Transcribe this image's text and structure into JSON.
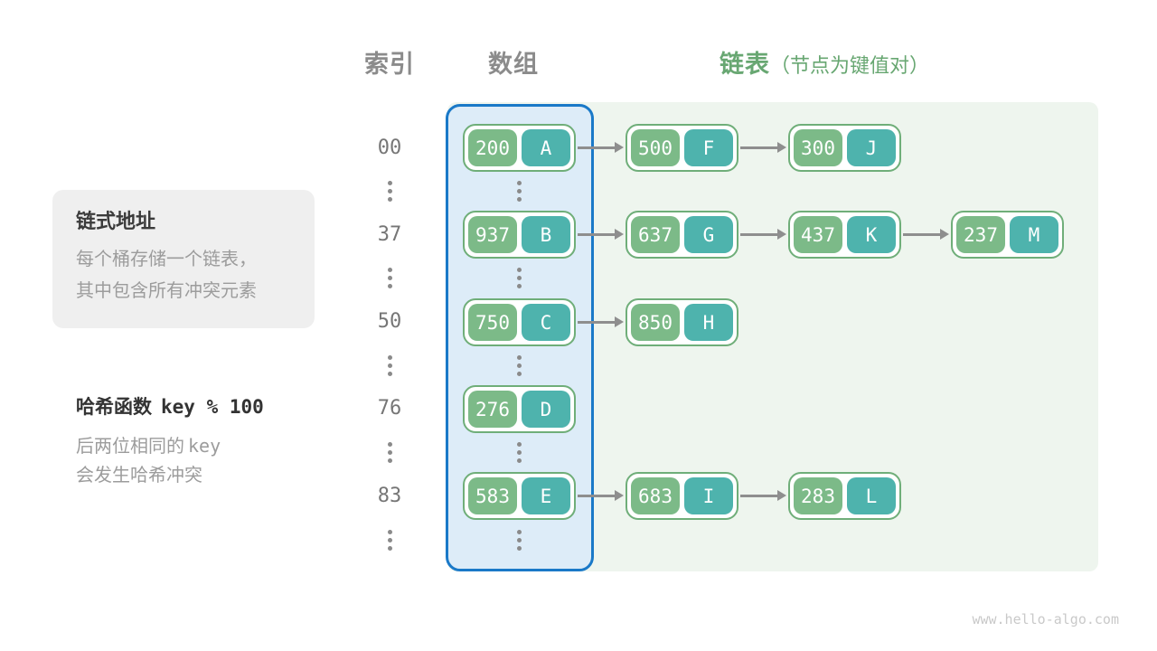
{
  "headers": {
    "index": "索引",
    "array": "数组",
    "list": "链表",
    "list_note": "（节点为键值对）"
  },
  "note_box": {
    "title": "链式地址",
    "line1": "每个桶存储一个链表，",
    "line2": "其中包含所有冲突元素"
  },
  "hash_note": {
    "label": "哈希函数",
    "code": "key % 100",
    "line2_prefix": "后两位相同的",
    "line2_code": "key",
    "line3": "会发生哈希冲突"
  },
  "rows": [
    {
      "index": "00",
      "bucket": {
        "key": "200",
        "value": "A"
      },
      "chain": [
        {
          "key": "500",
          "value": "F"
        },
        {
          "key": "300",
          "value": "J"
        }
      ]
    },
    {
      "index": "37",
      "bucket": {
        "key": "937",
        "value": "B"
      },
      "chain": [
        {
          "key": "637",
          "value": "G"
        },
        {
          "key": "437",
          "value": "K"
        },
        {
          "key": "237",
          "value": "M"
        }
      ]
    },
    {
      "index": "50",
      "bucket": {
        "key": "750",
        "value": "C"
      },
      "chain": [
        {
          "key": "850",
          "value": "H"
        }
      ]
    },
    {
      "index": "76",
      "bucket": {
        "key": "276",
        "value": "D"
      },
      "chain": []
    },
    {
      "index": "83",
      "bucket": {
        "key": "583",
        "value": "E"
      },
      "chain": [
        {
          "key": "683",
          "value": "I"
        },
        {
          "key": "283",
          "value": "L"
        }
      ]
    }
  ],
  "colors": {
    "key_green": "#7cba88",
    "value_teal": "#4eb3ad",
    "node_border_green": "#6fae79",
    "array_fill_blue": "#ddecf8",
    "array_border_blue": "#1a79c8",
    "list_fill_green": "#eef5ee",
    "header_green": "#68a772",
    "header_gray": "#8b8b8b",
    "arrow_gray": "#8e8e8e"
  },
  "watermark": "www.hello-algo.com"
}
